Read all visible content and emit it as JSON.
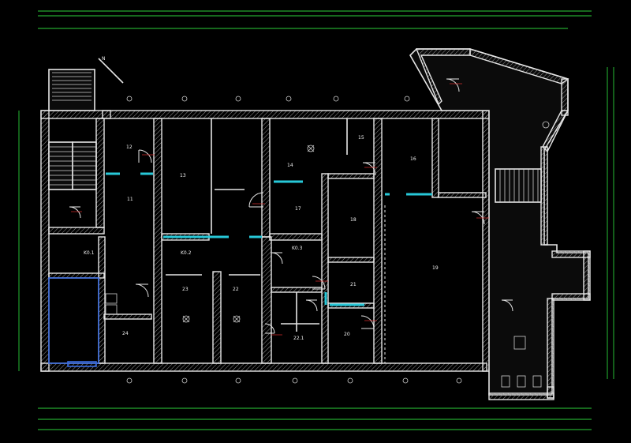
{
  "drawing": {
    "north_marker": "N",
    "rooms": [
      {
        "key": "r12",
        "label": "12"
      },
      {
        "key": "r11",
        "label": "11"
      },
      {
        "key": "r13",
        "label": "13"
      },
      {
        "key": "r14",
        "label": "14"
      },
      {
        "key": "r15",
        "label": "15"
      },
      {
        "key": "r16",
        "label": "16"
      },
      {
        "key": "r17",
        "label": "17"
      },
      {
        "key": "r18",
        "label": "18"
      },
      {
        "key": "r19",
        "label": "19"
      },
      {
        "key": "r20",
        "label": "20"
      },
      {
        "key": "r21",
        "label": "21"
      },
      {
        "key": "r22",
        "label": "22"
      },
      {
        "key": "r221",
        "label": "22.1"
      },
      {
        "key": "r23",
        "label": "23"
      },
      {
        "key": "r24",
        "label": "24"
      },
      {
        "key": "k01",
        "label": "K0.1"
      },
      {
        "key": "k02",
        "label": "K0.2"
      },
      {
        "key": "k03",
        "label": "K0.3"
      }
    ],
    "colors": {
      "background": "#000000",
      "walls": "#e6e6e6",
      "dimension_lines": "#2bd13a",
      "glazing": "#27c8d8",
      "annotation": "#e03030",
      "blue_zone": "#3a6be0"
    }
  }
}
